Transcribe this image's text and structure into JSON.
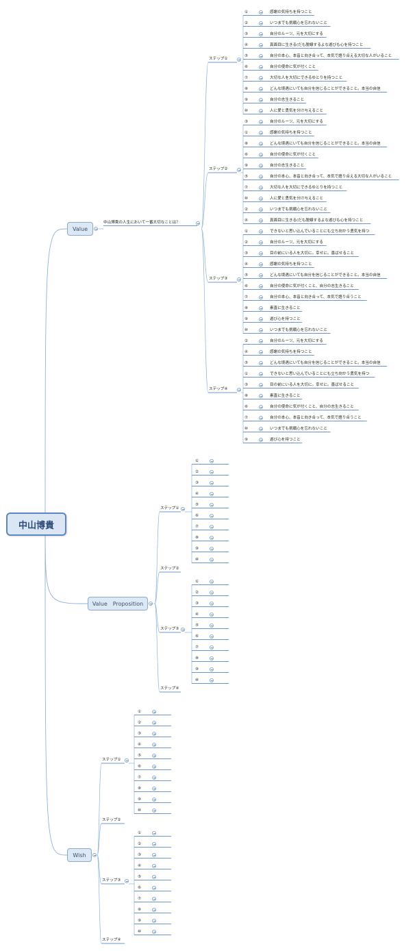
{
  "central": "中山博貴",
  "branches": [
    {
      "label": "Value",
      "topic": "中山博貴の人生において一番大切なことは？",
      "steps": [
        {
          "label": "ステップ①",
          "items": [
            {
              "num": "①",
              "text": "感謝の気持ちを持つこと"
            },
            {
              "num": "②",
              "text": "いつまでも挑戦心を忘れないこと"
            },
            {
              "num": "③",
              "text": "自分のルーツ、元を大切にする"
            },
            {
              "num": "④",
              "text": "真面目に生きる(だも脱線するよな遊びも心を持つこと"
            },
            {
              "num": "⑤",
              "text": "自分の本心、本音と向き合って、本気で語り合える大切な人がいること"
            },
            {
              "num": "⑥",
              "text": "自分の使命に気が付くこと"
            },
            {
              "num": "⑦",
              "text": "大切な人を大切にできるゆとりを持つこと"
            },
            {
              "num": "⑧",
              "text": "どんな境遇にいても自分を信じることができること。本当の自信"
            },
            {
              "num": "⑨",
              "text": "自分の志生きること"
            },
            {
              "num": "⑩",
              "text": "人に愛と勇気を分け与えること"
            }
          ]
        },
        {
          "label": "ステップ②",
          "items": [
            {
              "num": "③",
              "text": "自分のルーツ、元を大切にする"
            },
            {
              "num": "①",
              "text": "感謝の気持ちを持つこと"
            },
            {
              "num": "⑧",
              "text": "どんな境遇にいても自分を信じることができること。本当の自信"
            },
            {
              "num": "⑥",
              "text": "自分の使命に気が付くこと"
            },
            {
              "num": "⑨",
              "text": "自分の志生きること"
            },
            {
              "num": "⑤",
              "text": "自分の本心、本音と向き合って、本気で語り合える大切な人がいること"
            },
            {
              "num": "⑦",
              "text": "大切な人を大切にできるゆとりを持つこと"
            },
            {
              "num": "⑩",
              "text": "人に愛と勇気を分け与えること"
            },
            {
              "num": "②",
              "text": "いつまでも挑戦心を忘れないこと"
            },
            {
              "num": "④",
              "text": "真面目に生きる(だも脱線するよな遊びも心を持つこと"
            }
          ]
        },
        {
          "label": "ステップ③",
          "items": [
            {
              "num": "①",
              "text": "できないと思い込んでいることにも立ち向かう勇気を持つ"
            },
            {
              "num": "②",
              "text": "自分のルーツ、元を大切にする"
            },
            {
              "num": "③",
              "text": "目の前にいる人を大切に。幸せに。喜ばせること"
            },
            {
              "num": "④",
              "text": "感謝の気持ちを持つこと"
            },
            {
              "num": "⑤",
              "text": "どんな境遇にいても自分を信じることができること。本当の自信"
            },
            {
              "num": "⑥",
              "text": "自分の使命に気が付くこと、自分の志生きること"
            },
            {
              "num": "⑦",
              "text": "自分の本心、本音と向き合って、本気で語り合うこと"
            },
            {
              "num": "⑧",
              "text": "素直に生きること"
            },
            {
              "num": "⑨",
              "text": "遊び心を持つこと"
            },
            {
              "num": "⑩",
              "text": "いつまでも挑戦心を忘れないこと"
            }
          ]
        },
        {
          "label": "ステップ④",
          "items": [
            {
              "num": "②",
              "text": "自分のルーツ、元を大切にする"
            },
            {
              "num": "④",
              "text": "感謝の気持ちを持つこと"
            },
            {
              "num": "⑤",
              "text": "どんな境遇にいても自分を信じることができること。本当の自信"
            },
            {
              "num": "①",
              "text": "できないと思い込んでいることにも立ち向かう勇気を持つ"
            },
            {
              "num": "③",
              "text": "目の前にいる人を大切に。幸せに。喜ばせること"
            },
            {
              "num": "⑧",
              "text": "素直に生きること"
            },
            {
              "num": "⑥",
              "text": "自分の使命に気が付くこと、自分の志生きること"
            },
            {
              "num": "⑦",
              "text": "自分の本心、本音と向き合って、本気で語り合うこと"
            },
            {
              "num": "⑩",
              "text": "いつまでも挑戦心を忘れないこと"
            },
            {
              "num": "⑨",
              "text": "遊び心を持つこと"
            }
          ]
        }
      ]
    },
    {
      "label": "Value　Proposition",
      "steps": [
        {
          "label": "ステップ①",
          "items": [
            {
              "num": "①"
            },
            {
              "num": "②"
            },
            {
              "num": "③"
            },
            {
              "num": "④"
            },
            {
              "num": "⑤"
            },
            {
              "num": "⑥"
            },
            {
              "num": "⑦"
            },
            {
              "num": "⑧"
            },
            {
              "num": "⑨"
            },
            {
              "num": "⑩"
            }
          ]
        },
        {
          "label": "ステップ②",
          "items": []
        },
        {
          "label": "ステップ③",
          "items": [
            {
              "num": "①"
            },
            {
              "num": "②"
            },
            {
              "num": "③"
            },
            {
              "num": "④"
            },
            {
              "num": "⑤"
            },
            {
              "num": "⑥"
            },
            {
              "num": "⑦"
            },
            {
              "num": "⑧"
            },
            {
              "num": "⑨"
            },
            {
              "num": "⑩"
            }
          ]
        },
        {
          "label": "ステップ④",
          "items": []
        }
      ]
    },
    {
      "label": "Wish",
      "steps": [
        {
          "label": "ステップ①",
          "items": [
            {
              "num": "①"
            },
            {
              "num": "②"
            },
            {
              "num": "③"
            },
            {
              "num": "④"
            },
            {
              "num": "⑤"
            },
            {
              "num": "⑥"
            },
            {
              "num": "⑦"
            },
            {
              "num": "⑧"
            },
            {
              "num": "⑨"
            },
            {
              "num": "⑩"
            }
          ]
        },
        {
          "label": "ステップ②",
          "items": []
        },
        {
          "label": "ステップ③",
          "items": [
            {
              "num": "①"
            },
            {
              "num": "②"
            },
            {
              "num": "③"
            },
            {
              "num": "④"
            },
            {
              "num": "⑤"
            },
            {
              "num": "⑥"
            },
            {
              "num": "⑦"
            },
            {
              "num": "⑧"
            },
            {
              "num": "⑨"
            },
            {
              "num": "⑩"
            }
          ]
        },
        {
          "label": "ステップ④",
          "items": []
        }
      ]
    }
  ],
  "colors": {
    "line": "#8fb1dc",
    "underline": "#3b73c4",
    "node_fill": "#dde8f5",
    "node_border": "#8aa9cf",
    "root_border": "#5b86c1"
  }
}
